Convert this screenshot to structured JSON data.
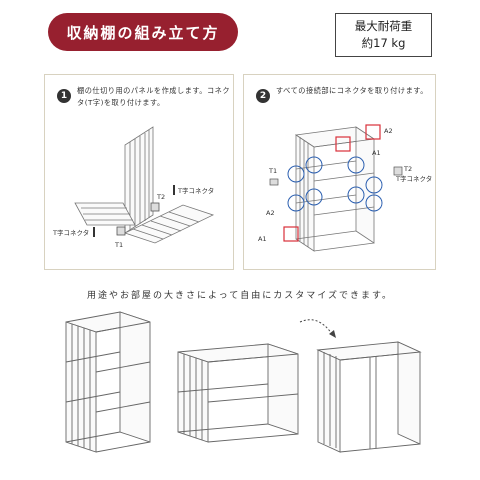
{
  "header": {
    "title": "収納棚の組み立て方",
    "load_label": "最大耐荷重",
    "load_value": "約17 kg"
  },
  "steps": [
    {
      "number": "1",
      "text": "棚の仕切り用のパネルを作成します。コネクタ(T字)を取り付けます。",
      "labels": {
        "t2": "T2",
        "t1": "T1",
        "t_connector_right": "T字コネクタ",
        "t_connector_left": "T字コネクタ"
      }
    },
    {
      "number": "2",
      "text": "すべての接続部にコネクタを取り付けます。",
      "labels": {
        "a2_top": "A2",
        "a1_top": "A1",
        "t1": "T1",
        "t2": "T2",
        "t_connector": "T字コネクタ",
        "a2_bottom": "A2",
        "a1_bottom": "A1"
      }
    }
  ],
  "caption": "用途やお部屋の大きさによって自由にカスタマイズできます。",
  "colors": {
    "banner": "#97202f",
    "highlight_red": "#d9303a",
    "highlight_blue": "#2b5fb0",
    "panel_border": "#d8d2c0"
  }
}
